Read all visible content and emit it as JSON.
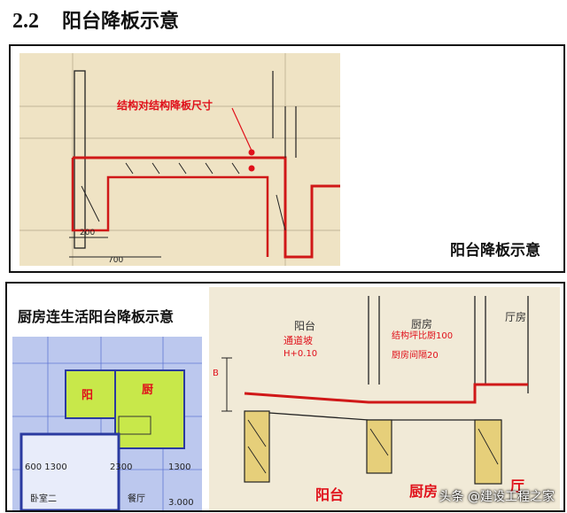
{
  "heading": {
    "number": "2.2",
    "title": "阳台降板示意"
  },
  "panel1": {
    "caption": "阳台降板示意",
    "annotation": "结构对结构降板尺寸"
  },
  "panel2": {
    "caption": "厨房连生活阳台降板示意"
  },
  "watermark": {
    "text": "头条 @建设工程之家"
  },
  "colors": {
    "annotation_red": "#e0101a",
    "paper": "#efe3c4",
    "plan_blue": "#3a55c8",
    "highlight": "#c8e84a"
  }
}
